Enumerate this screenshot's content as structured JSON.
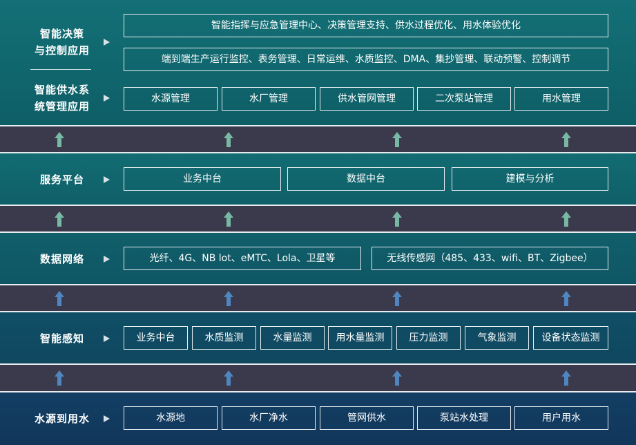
{
  "layers": {
    "application": {
      "label_decision": "智能决策\n与控制应用",
      "label_water_system": "智能供水系\n统管理应用",
      "row1": "智能指挥与应急管理中心、决策管理支持、供水过程优化、用水体验优化",
      "row2": "端到端生产运行监控、表务管理、日常运维、水质监控、DMA、集抄管理、联动预警、控制调节",
      "row3": [
        "水源管理",
        "水厂管理",
        "供水管网管理",
        "二次泵站管理",
        "用水管理"
      ]
    },
    "service": {
      "label": "服务平台",
      "items": [
        "业务中台",
        "数据中台",
        "建模与分析"
      ]
    },
    "network": {
      "label": "数据网络",
      "items": [
        "光纤、4G、NB lot、eMTC、Lola、卫星等",
        "无线传感网（485、433、wifi、BT、Zigbee）"
      ]
    },
    "sensing": {
      "label": "智能感知",
      "items": [
        "业务中台",
        "水质监测",
        "水量监测",
        "用水量监测",
        "压力监测",
        "气象监测",
        "设备状态监测"
      ]
    },
    "source": {
      "label": "水源到用水",
      "items": [
        "水源地",
        "水厂净水",
        "管网供水",
        "泵站水处理",
        "用户用水"
      ]
    }
  },
  "colors": {
    "bg_dark": "#3a3a4c",
    "green_arrow": "#78b9a5",
    "blue_arrow": "#4f86bf",
    "teal": "#11686f",
    "navy": "#123a60"
  },
  "icons": {
    "layer_pointer": "triangle-right",
    "flow_arrow": "arrow-up"
  }
}
